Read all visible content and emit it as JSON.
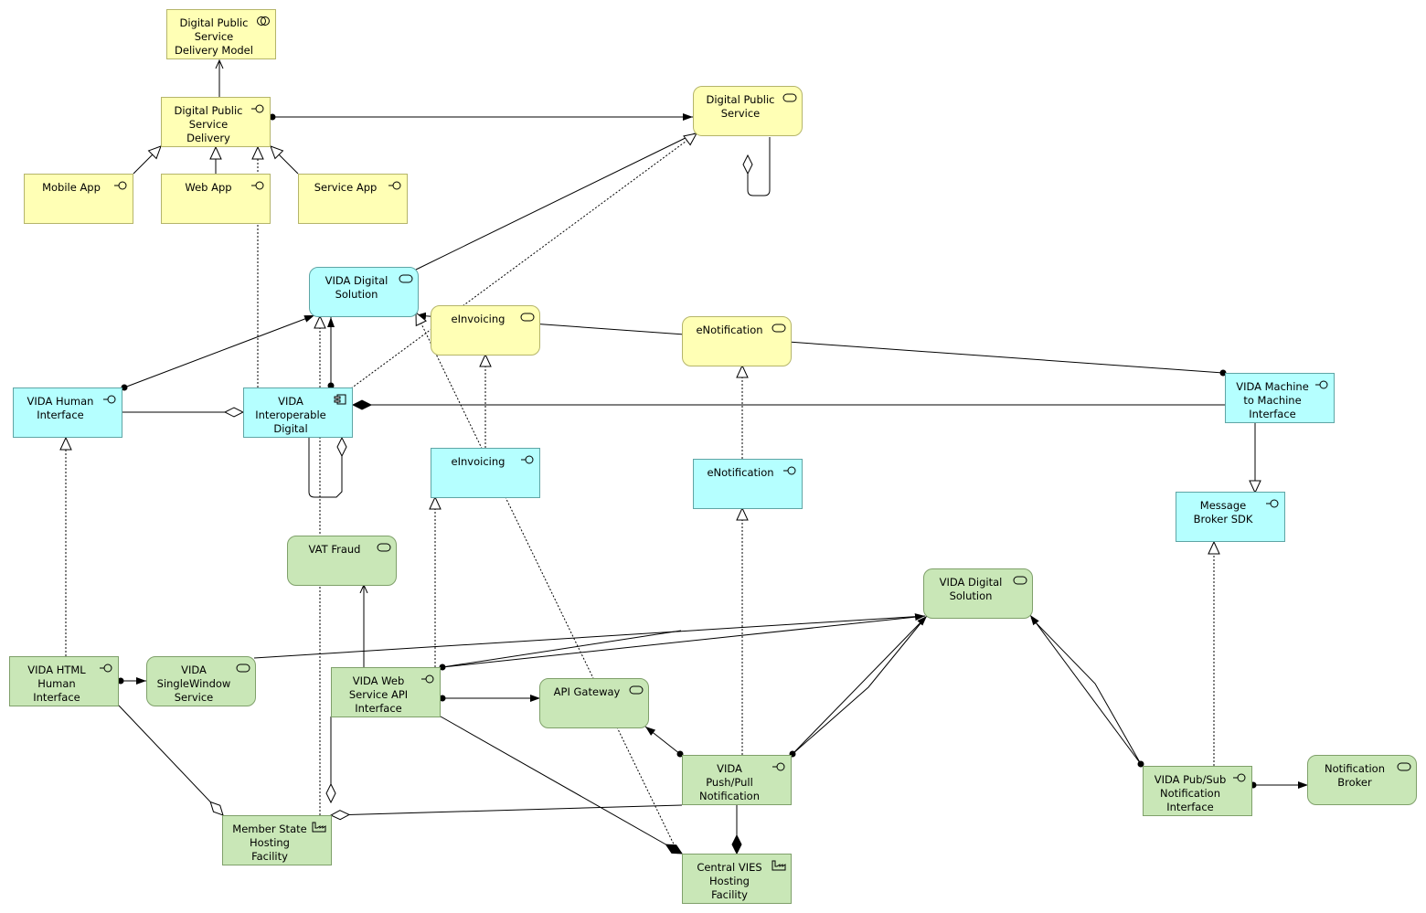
{
  "colors": {
    "business": "#ffffb5",
    "application": "#b5ffff",
    "technology": "#c9e7b7",
    "line": "#000000"
  },
  "nodes": {
    "dps_model": {
      "label": "Digital Public\nService\nDelivery Model",
      "icon": "collaboration-icon"
    },
    "dps_delivery": {
      "label": "Digital Public\nService\nDelivery",
      "icon": "interface-icon"
    },
    "mobile_app": {
      "label": "Mobile App",
      "icon": "interface-icon"
    },
    "web_app": {
      "label": "Web App",
      "icon": "interface-icon"
    },
    "service_app": {
      "label": "Service App",
      "icon": "interface-icon"
    },
    "dps_service": {
      "label": "Digital Public\nService",
      "icon": "service-icon"
    },
    "vida_digital_solution_app": {
      "label": "VIDA Digital\nSolution",
      "icon": "service-icon"
    },
    "einvoicing_service": {
      "label": "eInvoicing",
      "icon": "service-icon"
    },
    "enotification_service": {
      "label": "eNotification",
      "icon": "service-icon"
    },
    "vida_human_interface": {
      "label": "VIDA Human\nInterface",
      "icon": "interface-icon"
    },
    "vida_interoperable_digital": {
      "label": "VIDA\nInteroperable\nDigital",
      "icon": "component-icon"
    },
    "vida_m2m_interface": {
      "label": "VIDA Machine\nto Machine\nInterface",
      "icon": "interface-icon"
    },
    "einvoicing_interface": {
      "label": "eInvoicing",
      "icon": "interface-icon"
    },
    "enotification_interface": {
      "label": "eNotification",
      "icon": "interface-icon"
    },
    "message_broker_sdk": {
      "label": "Message\nBroker SDK",
      "icon": "interface-icon"
    },
    "vat_fraud": {
      "label": "VAT Fraud",
      "icon": "service-icon"
    },
    "vida_digital_solution_tech": {
      "label": "VIDA Digital\nSolution",
      "icon": "service-icon"
    },
    "vida_html_interface": {
      "label": "VIDA HTML\nHuman\nInterface",
      "icon": "interface-icon"
    },
    "vida_singlewindow": {
      "label": "VIDA\nSingleWindow\nService",
      "icon": "service-icon"
    },
    "vida_ws_api": {
      "label": "VIDA Web\nService API\nInterface",
      "icon": "interface-icon"
    },
    "api_gateway": {
      "label": "API Gateway",
      "icon": "service-icon"
    },
    "vida_pushpull": {
      "label": "VIDA\nPush/Pull\nNotification",
      "icon": "interface-icon"
    },
    "vida_pubsub": {
      "label": "VIDA Pub/Sub\nNotification\nInterface",
      "icon": "interface-icon"
    },
    "notification_broker": {
      "label": "Notification\nBroker",
      "icon": "service-icon"
    },
    "member_state_hosting": {
      "label": "Member State\nHosting\nFacility",
      "icon": "facility-icon"
    },
    "central_vies_hosting": {
      "label": "Central VIES\nHosting\nFacility",
      "icon": "facility-icon"
    }
  }
}
